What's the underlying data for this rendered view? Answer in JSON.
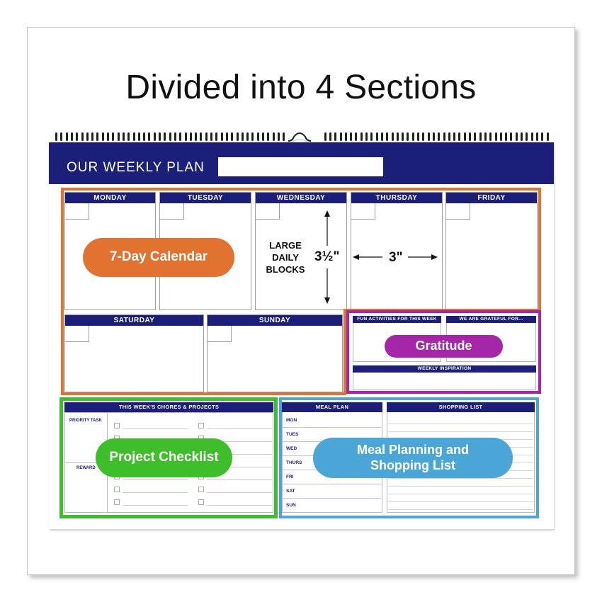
{
  "headline": "Divided into 4 Sections",
  "planner": {
    "title": "OUR WEEKLY PLAN",
    "days_top": [
      "MONDAY",
      "TUESDAY",
      "WEDNESDAY",
      "THURSDAY",
      "FRIDAY"
    ],
    "days_bottom": [
      "SATURDAY",
      "SUNDAY"
    ],
    "gratitude_headers": [
      "FUN ACTIVITIES FOR THIS WEEK",
      "WE ARE GRATEFUL FOR...",
      "WEEKLY INSPIRATION"
    ],
    "chores_header": "THIS WEEK'S CHORES & PROJECTS",
    "chores_labels": [
      "PRIORITY TASK",
      "REWARD"
    ],
    "meal_header": "MEAL PLAN",
    "shopping_header": "SHOPPING LIST",
    "meal_days": [
      "MON",
      "TUES",
      "WED",
      "THURS",
      "FRI",
      "SAT",
      "SUN"
    ]
  },
  "dimensions": {
    "block_line1": "LARGE",
    "block_line2": "DAILY",
    "block_line3": "BLOCKS",
    "height": "3½\"",
    "width": "3\""
  },
  "sections": {
    "calendar": "7-Day Calendar",
    "gratitude": "Gratitude",
    "checklist": "Project Checklist",
    "meal_line1": "Meal Planning and",
    "meal_line2": "Shopping List"
  },
  "colors": {
    "navy": "#1b1f7a",
    "calendar": "#e2722f",
    "gratitude": "#a526a8",
    "checklist": "#3fbe2b",
    "meal": "#4aa6d6"
  }
}
